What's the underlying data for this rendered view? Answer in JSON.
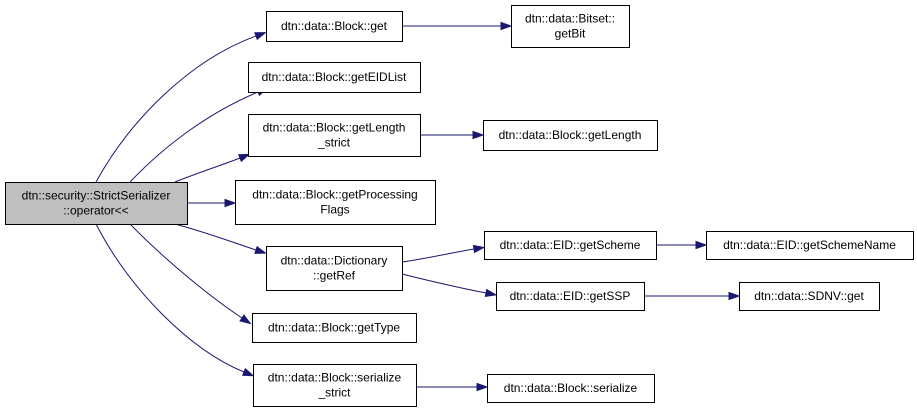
{
  "colors": {
    "edge": "#191970",
    "root_fill": "#bfbfbf",
    "node_fill": "#ffffff",
    "border": "#000000"
  },
  "nodes": [
    {
      "id": "root",
      "lines": [
        "dtn::security::StrictSerializer",
        "::operator<<"
      ],
      "root": true
    },
    {
      "id": "block_get",
      "lines": [
        "dtn::data::Block::get"
      ]
    },
    {
      "id": "bitset_getbit",
      "lines": [
        "dtn::data::Bitset::",
        "getBit"
      ]
    },
    {
      "id": "block_geteidlist",
      "lines": [
        "dtn::data::Block::getEIDList"
      ]
    },
    {
      "id": "block_getlength_strict",
      "lines": [
        "dtn::data::Block::getLength",
        "_strict"
      ]
    },
    {
      "id": "block_getlength",
      "lines": [
        "dtn::data::Block::getLength"
      ]
    },
    {
      "id": "block_getprocessingflags",
      "lines": [
        "dtn::data::Block::getProcessing",
        "Flags"
      ]
    },
    {
      "id": "dictionary_getref",
      "lines": [
        "dtn::data::Dictionary",
        "::getRef"
      ]
    },
    {
      "id": "eid_getscheme",
      "lines": [
        "dtn::data::EID::getScheme"
      ]
    },
    {
      "id": "eid_getschemename",
      "lines": [
        "dtn::data::EID::getSchemeName"
      ]
    },
    {
      "id": "eid_getssp",
      "lines": [
        "dtn::data::EID::getSSP"
      ]
    },
    {
      "id": "sdnv_get",
      "lines": [
        "dtn::data::SDNV::get"
      ]
    },
    {
      "id": "block_gettype",
      "lines": [
        "dtn::data::Block::getType"
      ]
    },
    {
      "id": "block_serialize_strict",
      "lines": [
        "dtn::data::Block::serialize",
        "_strict"
      ]
    },
    {
      "id": "block_serialize",
      "lines": [
        "dtn::data::Block::serialize"
      ]
    }
  ],
  "edges": [
    [
      "root",
      "block_get"
    ],
    [
      "root",
      "block_geteidlist"
    ],
    [
      "root",
      "block_getlength_strict"
    ],
    [
      "root",
      "block_getprocessingflags"
    ],
    [
      "root",
      "dictionary_getref"
    ],
    [
      "root",
      "block_gettype"
    ],
    [
      "root",
      "block_serialize_strict"
    ],
    [
      "block_get",
      "bitset_getbit"
    ],
    [
      "block_getlength_strict",
      "block_getlength"
    ],
    [
      "dictionary_getref",
      "eid_getscheme"
    ],
    [
      "dictionary_getref",
      "eid_getssp"
    ],
    [
      "eid_getscheme",
      "eid_getschemename"
    ],
    [
      "eid_getssp",
      "sdnv_get"
    ],
    [
      "block_serialize_strict",
      "block_serialize"
    ]
  ]
}
